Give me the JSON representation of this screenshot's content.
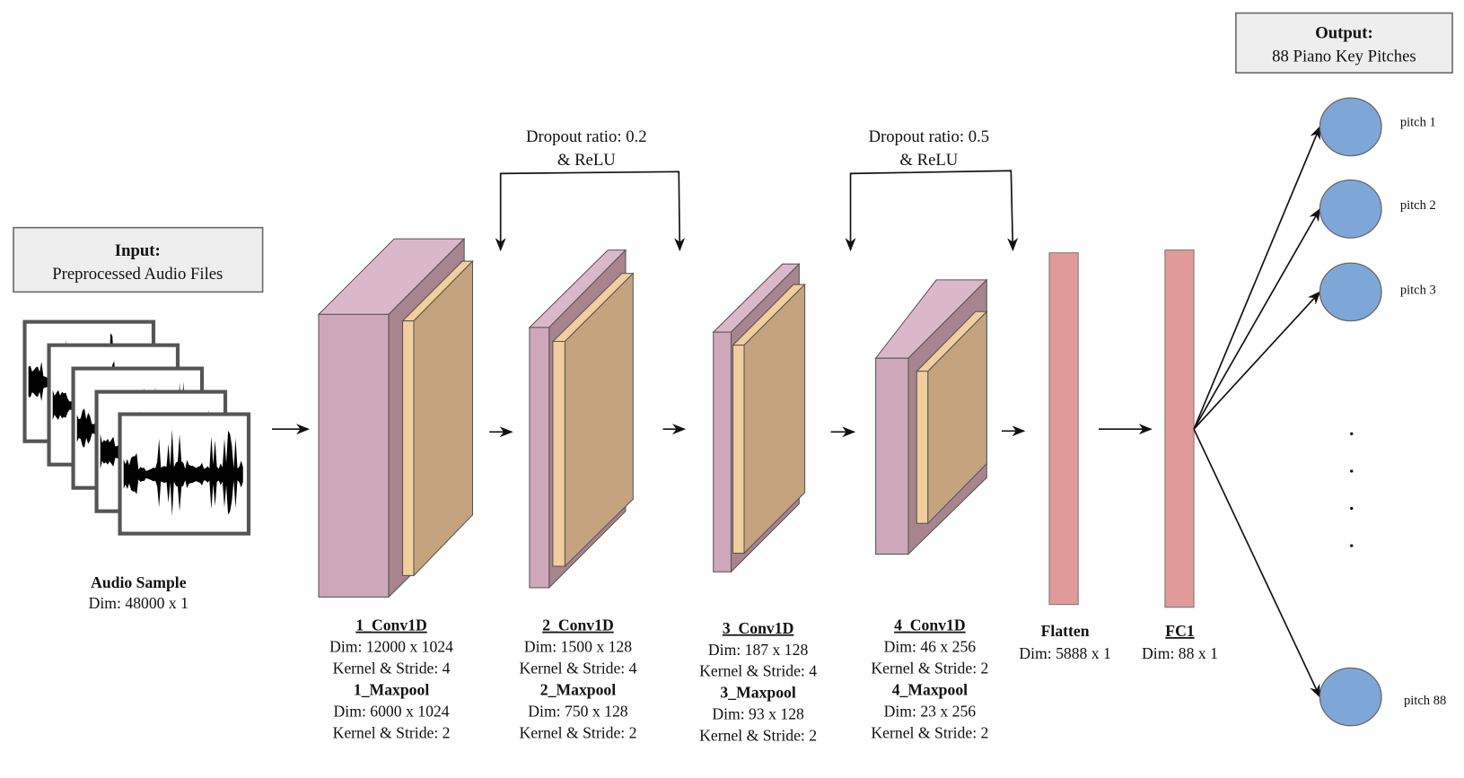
{
  "input_box": {
    "title": "Input:",
    "subtitle": "Preprocessed Audio Files"
  },
  "output_box": {
    "title": "Output:",
    "subtitle": "88 Piano Key Pitches"
  },
  "audio": {
    "title": "Audio Sample",
    "dim": "Dim: 48000 x 1"
  },
  "dropouts": [
    {
      "line1": "Dropout ratio: 0.2",
      "line2": "& ReLU"
    },
    {
      "line1": "Dropout ratio: 0.5",
      "line2": "& ReLU"
    }
  ],
  "layers": [
    {
      "conv": "1_Conv1D",
      "conv_dim": "Dim: 12000 x 1024",
      "conv_ks": "Kernel & Stride: 4",
      "pool": "1_Maxpool",
      "pool_dim": "Dim: 6000 x 1024",
      "pool_ks": "Kernel & Stride: 2"
    },
    {
      "conv": "2_Conv1D",
      "conv_dim": "Dim: 1500 x 128",
      "conv_ks": "Kernel & Stride: 4",
      "pool": "2_Maxpool",
      "pool_dim": "Dim: 750 x 128",
      "pool_ks": "Kernel & Stride: 2"
    },
    {
      "conv": "3_Conv1D",
      "conv_dim": "Dim: 187 x 128",
      "conv_ks": "Kernel & Stride: 4",
      "pool": "3_Maxpool",
      "pool_dim": "Dim: 93 x 128",
      "pool_ks": "Kernel & Stride: 2"
    },
    {
      "conv": "4_Conv1D",
      "conv_dim": "Dim: 46 x 256",
      "conv_ks": "Kernel & Stride: 2",
      "pool": "4_Maxpool",
      "pool_dim": "Dim: 23 x 256",
      "pool_ks": "Kernel & Stride: 2"
    }
  ],
  "flatten": {
    "title": "Flatten",
    "dim": "Dim: 5888 x 1"
  },
  "fc1": {
    "title": "FC1",
    "dim": "Dim: 88 x 1"
  },
  "pitches": [
    "pitch 1",
    "pitch 2",
    "pitch 3",
    "pitch 88"
  ],
  "colors": {
    "conv_front": "#cfa7bb",
    "conv_top": "#dbb8c9",
    "conv_side": "#a8848f",
    "pool_front": "#f2ce9e",
    "pool_side": "#c4a37e",
    "dense": "#e09a9a",
    "neuron": "#7ea7d8",
    "box_fill": "#eeeeee"
  }
}
